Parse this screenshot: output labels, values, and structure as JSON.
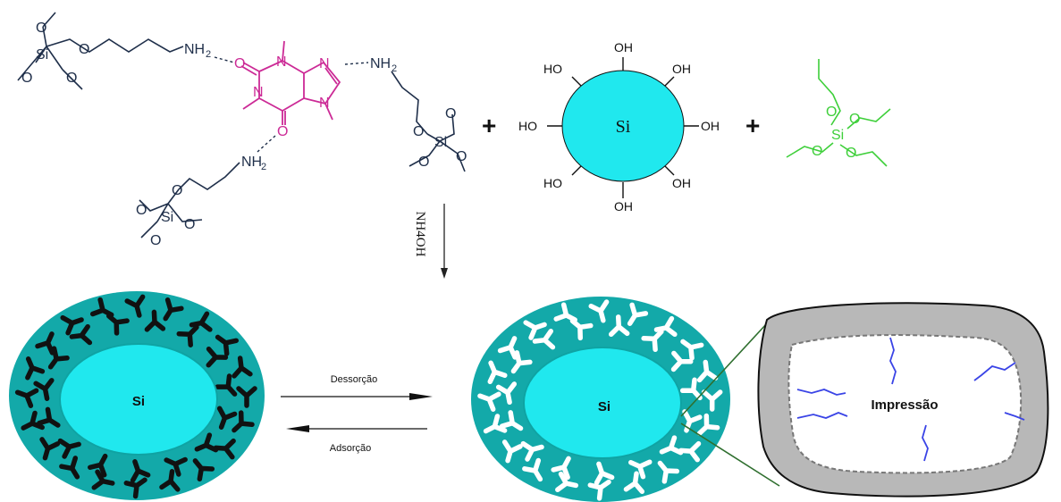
{
  "colors": {
    "silica_core": "#20e8ee",
    "silica_shell": "#13a9a9",
    "template_molecule": "#cc2a96",
    "teos": "#3ecf3a",
    "silane": "#1f2f4a",
    "blue_chain": "#3a44e6",
    "cavity_bg": "#b8b8b8"
  },
  "reagents": {
    "plus_1": "+",
    "plus_2": "+",
    "template_atoms": {
      "n": "N",
      "o": "O"
    },
    "silane_atoms": {
      "si": "Si",
      "o": "O",
      "nh2": "NH",
      "sub2": "2"
    },
    "teos_atoms": {
      "si": "Si",
      "o": "O"
    },
    "silica_core_label": "Si",
    "hydroxyl": "OH",
    "hydroxyl_left": "HO"
  },
  "catalyst": {
    "label": "NH4OH"
  },
  "products": {
    "imprinted_particle_label": "Si",
    "template_removed_particle_label": "Si",
    "desorption_label": "Dessorção",
    "adsorption_label": "Adsorção",
    "cavity_label": "Impressão"
  }
}
